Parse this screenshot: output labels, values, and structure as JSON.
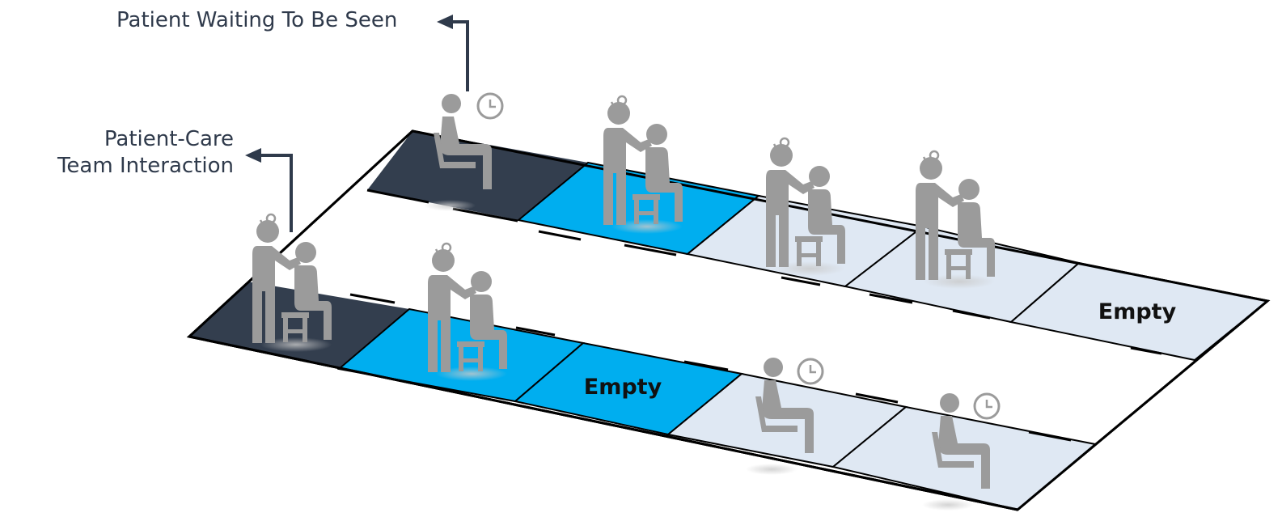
{
  "callouts": {
    "waiting": "Patient Waiting To Be Seen",
    "team_line1": "Patient-Care",
    "team_line2": "Team Interaction"
  },
  "rows": [
    {
      "name": "back-row",
      "rooms": [
        {
          "state": "waiting",
          "label": ""
        },
        {
          "state": "interaction",
          "label": ""
        },
        {
          "state": "interaction",
          "label": ""
        },
        {
          "state": "interaction",
          "label": ""
        },
        {
          "state": "empty",
          "label": "Empty"
        }
      ]
    },
    {
      "name": "front-row",
      "rooms": [
        {
          "state": "interaction",
          "label": ""
        },
        {
          "state": "interaction",
          "label": ""
        },
        {
          "state": "empty",
          "label": "Empty"
        },
        {
          "state": "waiting",
          "label": ""
        },
        {
          "state": "waiting",
          "label": ""
        }
      ]
    }
  ],
  "colors": {
    "dark_room": "#333e4e",
    "blue_room": "#00aeef",
    "light_room": "#dfe8f3",
    "floor": "#ffffff",
    "outline": "#000000",
    "figure": "#9b9b9b",
    "callout_text": "#2f3a4b",
    "arrow": "#2f3a4b"
  },
  "icons": {
    "clock": "clock-icon",
    "waiting_patient": "seated-patient-icon",
    "interaction": "clinician-with-patient-icon"
  }
}
